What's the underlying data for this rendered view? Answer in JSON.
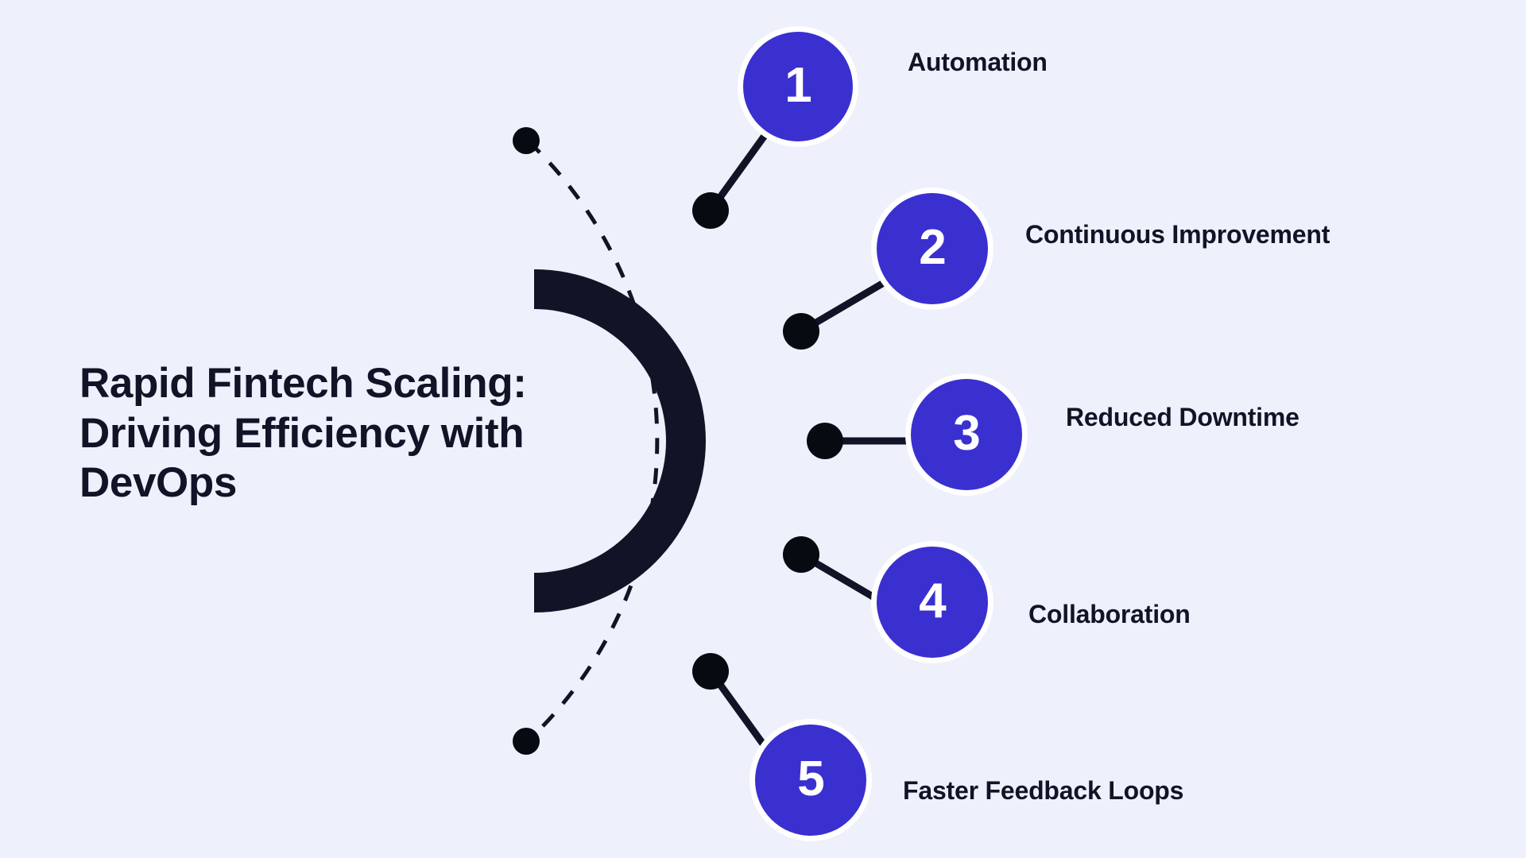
{
  "background_color": "#eef0fc",
  "accent_color": "#3a30cf",
  "dark_color": "#111426",
  "title": {
    "line1": "Rapid Fintech Scaling:",
    "line2": "Driving Efficiency with",
    "line3": "DevOps",
    "full": "Rapid Fintech Scaling: Driving Efficiency with DevOps"
  },
  "steps": [
    {
      "number": "1",
      "label": "Automation"
    },
    {
      "number": "2",
      "label": "Continuous Improvement"
    },
    {
      "number": "3",
      "label": "Reduced Downtime"
    },
    {
      "number": "4",
      "label": "Collaboration"
    },
    {
      "number": "5",
      "label": "Faster Feedback Loops"
    }
  ]
}
